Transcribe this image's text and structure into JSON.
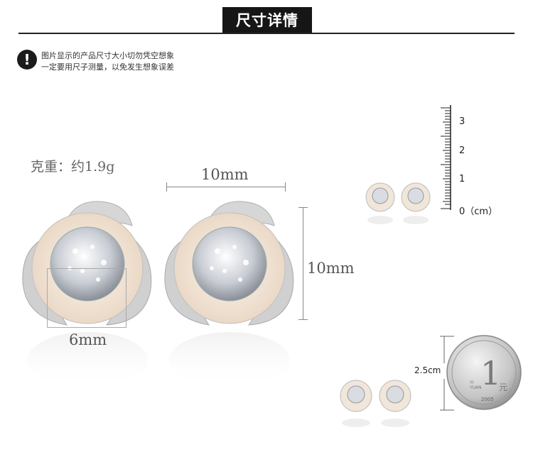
{
  "header": {
    "title": "尺寸详情"
  },
  "notice": {
    "icon": "exclamation-icon",
    "line1": "图片显示的产品尺寸大小切勿凭空想象",
    "line2": "一定要用尺子测量，以免发生想象误差"
  },
  "weight": "克重：约1.9g",
  "measurements": {
    "width": "10mm",
    "height": "10mm",
    "inner": "6mm"
  },
  "ruler": {
    "ticks": [
      "3",
      "2",
      "1",
      "0（cm）"
    ]
  },
  "coin": {
    "label": "2.5cm",
    "digit": "1",
    "unit_char": "元",
    "yi": "YI",
    "yuan": "YUAN",
    "year": "2005"
  },
  "colors": {
    "petal": "#f1e6da",
    "silver": "#c8c8c8",
    "dark": "#161616"
  }
}
